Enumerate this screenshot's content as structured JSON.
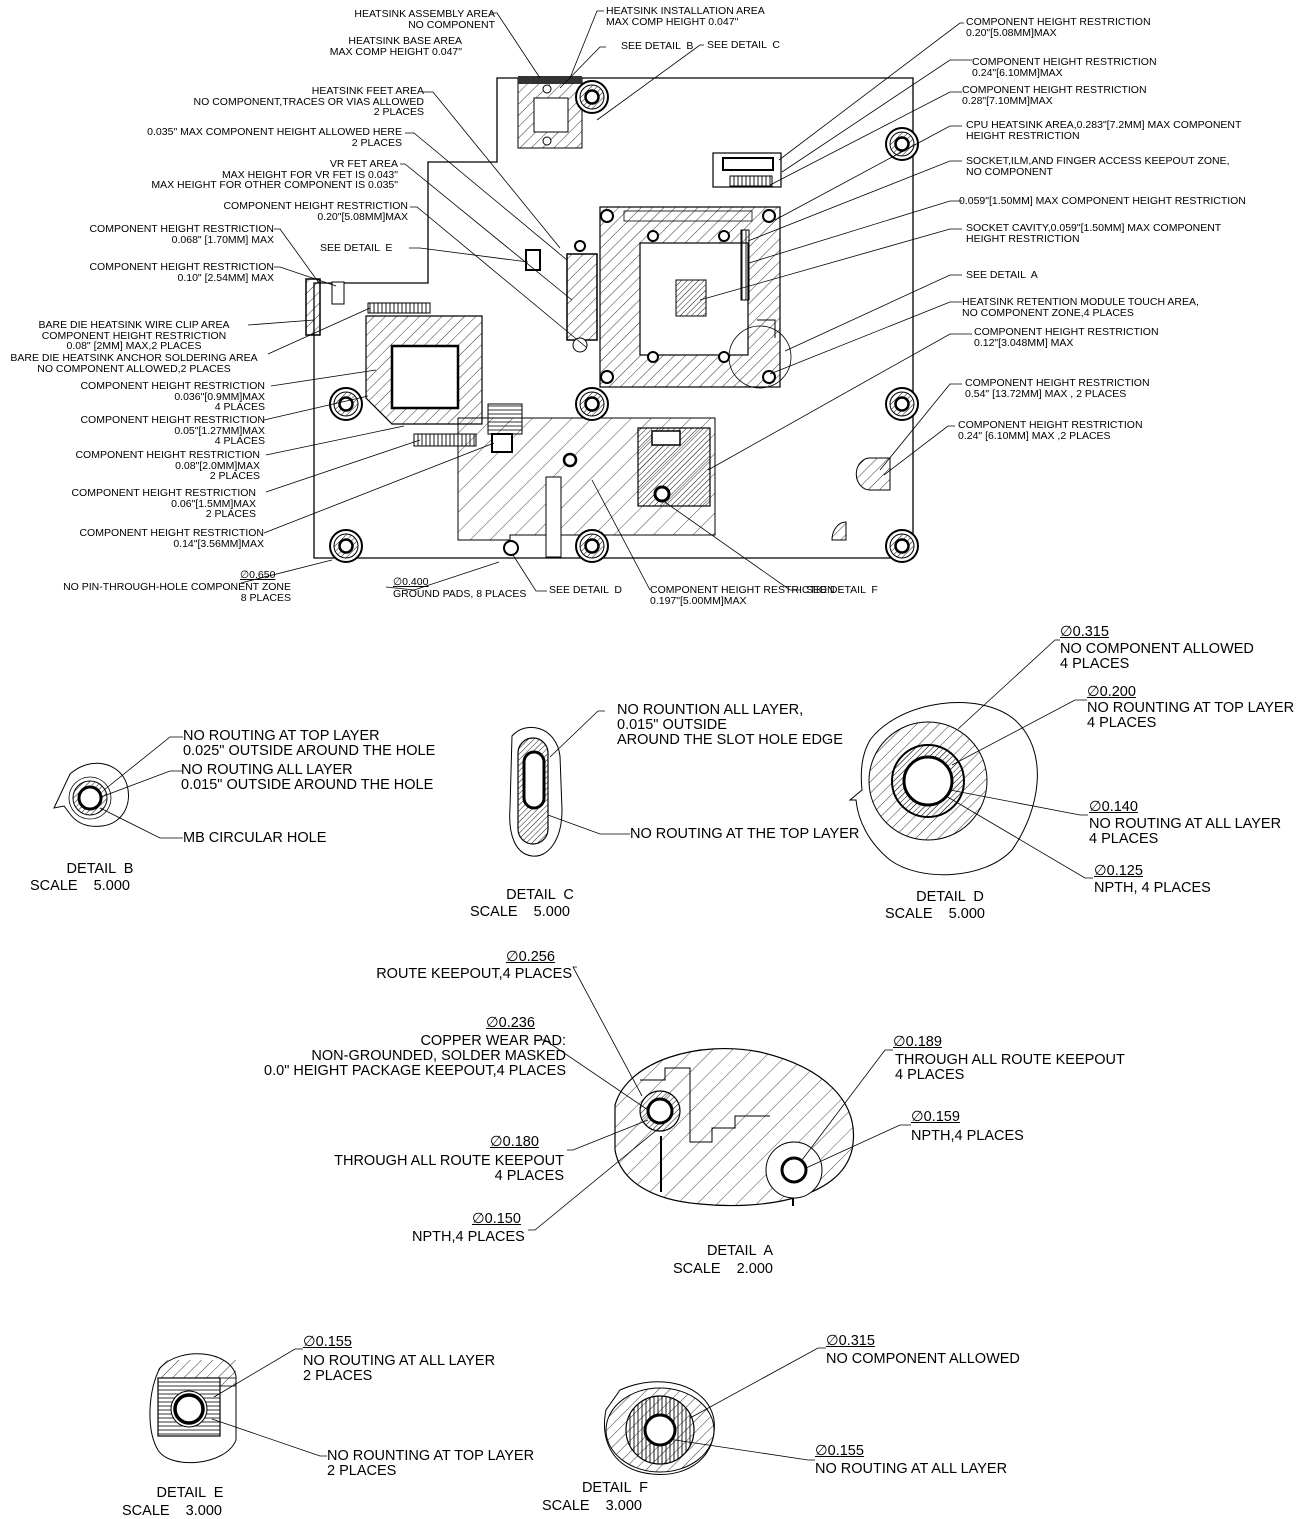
{
  "board_notes": {
    "heatsink_assembly": "HEATSINK ASSEMBLY AREA\nNO COMPONENT",
    "heatsink_install": "HEATSINK INSTALLATION AREA\nMAX COMP HEIGHT 0.047\"",
    "heatsink_base": "HEATSINK BASE AREA\nMAX COMP HEIGHT 0.047\"",
    "see_detail_b": "SEE DETAIL  B",
    "see_detail_c": "SEE DETAIL  C",
    "heatsink_feet": "HEATSINK FEET AREA\nNO COMPONENT,TRACES OR VIAS ALLOWED\n2 PLACES",
    "max_035": "0.035\" MAX COMPONENT HEIGHT ALLOWED HERE\n2 PLACES",
    "vr_fet": "VR FET AREA\nMAX HEIGHT FOR VR FET IS 0.043\"\nMAX HEIGHT FOR OTHER COMPONENT IS 0.035\"",
    "chr_020_left": "COMPONENT HEIGHT RESTRICTION\n0.20\"[5.08MM]MAX",
    "see_detail_e": "SEE DETAIL  E",
    "chr_068": "COMPONENT HEIGHT RESTRICTION\n0.068\" [1.70MM] MAX",
    "chr_010": "COMPONENT HEIGHT RESTRICTION\n0.10\" [2.54MM] MAX",
    "wire_clip": "BARE DIE HEATSINK WIRE CLIP AREA\nCOMPONENT HEIGHT RESTRICTION\n0.08\" [2MM] MAX,2 PLACES",
    "anchor": "BARE DIE HEATSINK ANCHOR SOLDERING AREA\nNO COMPONENT ALLOWED,2 PLACES",
    "chr_036": "COMPONENT HEIGHT RESTRICTION\n0.036\"[0.9MM]MAX\n4 PLACES",
    "chr_05": "COMPONENT HEIGHT RESTRICTION\n0.05\"[1.27MM]MAX\n4 PLACES",
    "chr_08": "COMPONENT HEIGHT RESTRICTION\n0.08\"[2.0MM]MAX\n2 PLACES",
    "chr_06": "COMPONENT HEIGHT RESTRICTION\n0.06\"[1.5MM]MAX\n2 PLACES",
    "chr_014": "COMPONENT HEIGHT RESTRICTION\n0.14\"[3.56MM]MAX",
    "dia_650": "0.650",
    "npth_zone": "NO PIN-THROUGH-HOLE COMPONENT ZONE\n8 PLACES",
    "dia_400": "0.400",
    "ground_pads": "GROUND PADS, 8 PLACES",
    "see_detail_d": "SEE DETAIL  D",
    "chr_0197": "COMPONENT HEIGHT RESTRICTION\n0.197\"[5.00MM]MAX",
    "see_detail_f": "SEE DETAIL  F",
    "chr_020_right": "COMPONENT HEIGHT RESTRICTION\n0.20\"[5.08MM]MAX",
    "chr_024": "COMPONENT HEIGHT RESTRICTION\n0.24\"[6.10MM]MAX",
    "chr_028": "COMPONENT HEIGHT RESTRICTION\n0.28\"[7.10MM]MAX",
    "cpu_heatsink": "CPU HEATSINK AREA,0.283\"[7.2MM] MAX COMPONENT\nHEIGHT RESTRICTION",
    "socket_ilm": "SOCKET,ILM,AND FINGER ACCESS KEEPOUT ZONE,\nNO COMPONENT",
    "max_059": "0.059\"[1.50MM] MAX COMPONENT HEIGHT RESTRICTION",
    "socket_cavity": "SOCKET CAVITY,0.059\"[1.50MM] MAX COMPONENT\nHEIGHT RESTRICTION",
    "see_detail_a": "SEE DETAIL  A",
    "retention": "HEATSINK RETENTION MODULE TOUCH AREA,\nNO COMPONENT ZONE,4 PLACES",
    "chr_012": "COMPONENT HEIGHT RESTRICTION\n0.12\"[3.048MM] MAX",
    "chr_054": "COMPONENT HEIGHT RESTRICTION\n0.54\" [13.72MM] MAX , 2 PLACES",
    "chr_024b": "COMPONENT HEIGHT RESTRICTION\n0.24\" [6.10MM] MAX ,2 PLACES"
  },
  "detail_b": {
    "note1": "NO ROUTING AT TOP LAYER\n0.025\" OUTSIDE AROUND THE HOLE",
    "note2": "NO ROUTING ALL LAYER\n0.015\" OUTSIDE AROUND THE HOLE",
    "note3": "MB CIRCULAR HOLE",
    "title": "DETAIL  B",
    "scale": "SCALE    5.000"
  },
  "detail_c": {
    "note1": "NO ROUNTION ALL LAYER,\n0.015\" OUTSIDE\nAROUND THE SLOT HOLE EDGE",
    "note2": "NO ROUTING AT THE TOP LAYER",
    "title": "DETAIL  C",
    "scale": "SCALE    5.000"
  },
  "detail_d": {
    "d1": "0.315",
    "n1": "NO COMPONENT ALLOWED\n4 PLACES",
    "d2": "0.200",
    "n2": "NO ROUNTING AT TOP LAYER\n4 PLACES",
    "d3": "0.140",
    "n3": "NO ROUTING AT ALL LAYER\n4 PLACES",
    "d4": "0.125",
    "n4": "NPTH, 4 PLACES",
    "title": "DETAIL  D",
    "scale": "SCALE    5.000"
  },
  "detail_a": {
    "d1": "0.256",
    "n1": "ROUTE KEEPOUT,4 PLACES",
    "d2": "0.236",
    "n2": "COPPER WEAR PAD:\nNON-GROUNDED, SOLDER MASKED\n0.0\" HEIGHT PACKAGE KEEPOUT,4 PLACES",
    "d3": "0.180",
    "n3": "THROUGH ALL ROUTE KEEPOUT\n4 PLACES",
    "d4": "0.150",
    "n4": "NPTH,4 PLACES",
    "d5": "0.189",
    "n5": "THROUGH ALL ROUTE KEEPOUT\n4 PLACES",
    "d6": "0.159",
    "n6": "NPTH,4 PLACES",
    "title": "DETAIL  A",
    "scale": "SCALE    2.000"
  },
  "detail_e": {
    "d1": "0.155",
    "n1": "NO ROUTING AT ALL LAYER\n2 PLACES",
    "n2": "NO ROUNTING AT TOP LAYER\n2 PLACES",
    "title": "DETAIL  E",
    "scale": "SCALE    3.000"
  },
  "detail_f": {
    "d1": "0.315",
    "n1": "NO COMPONENT ALLOWED",
    "d2": "0.155",
    "n2": "NO ROUTING AT ALL LAYER",
    "title": "DETAIL  F",
    "scale": "SCALE    3.000"
  }
}
